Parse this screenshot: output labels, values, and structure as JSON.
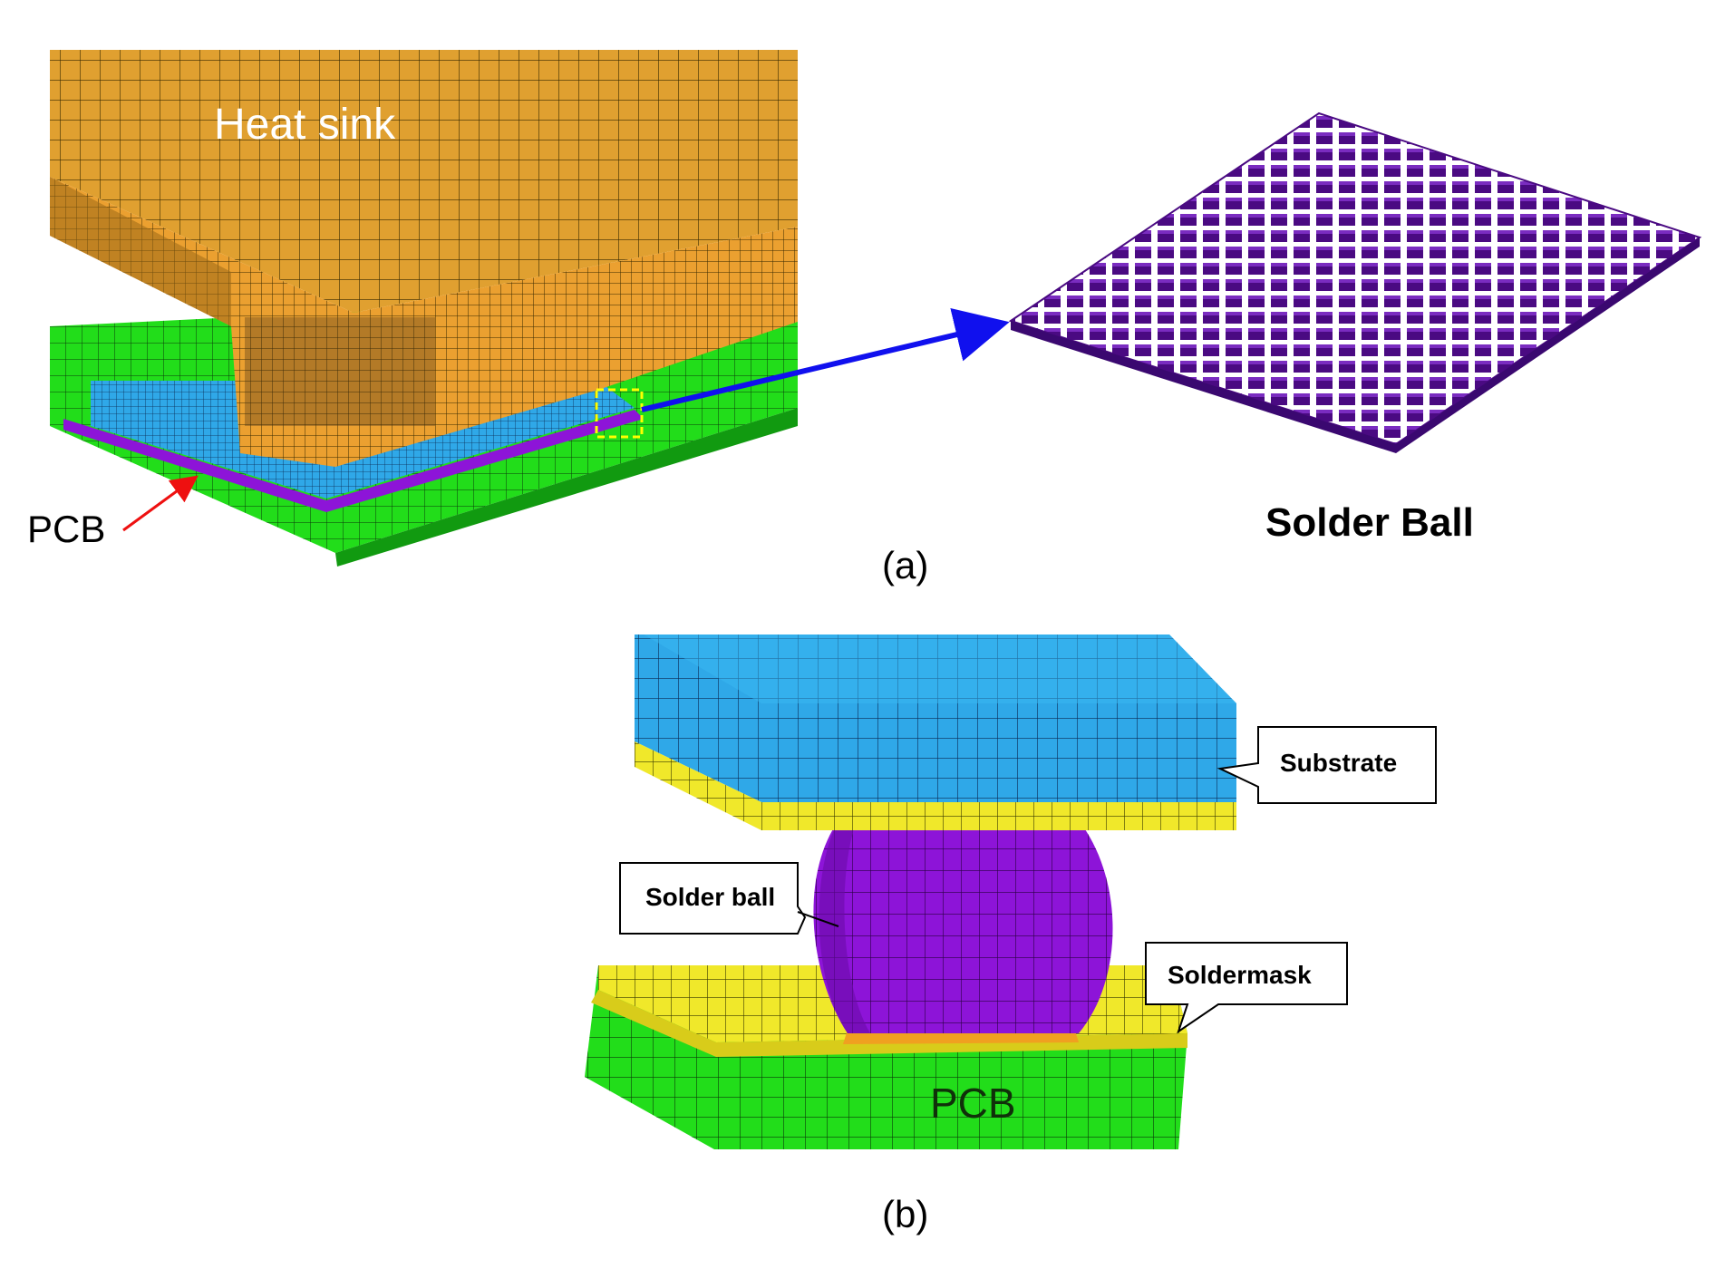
{
  "labels": {
    "heat_sink": "Heat sink",
    "pcb_top": "PCB",
    "solder_ball_top": "Solder Ball",
    "caption_a": "(a)",
    "substrate": "Substrate",
    "solder_ball": "Solder ball",
    "soldermask": "Soldermask",
    "pcb_bottom": "PCB",
    "caption_b": "(b)"
  },
  "colors": {
    "heat_sink": "#e0a030",
    "pcb": "#22dd1a",
    "substrate": "#2fa8e8",
    "solder": "#8d14d8",
    "soldermask": "#f0e82a",
    "pad": "#f0a020",
    "arrow_blue": "#1010ee",
    "arrow_red": "#ee1010",
    "highlight": "#ffff00"
  }
}
